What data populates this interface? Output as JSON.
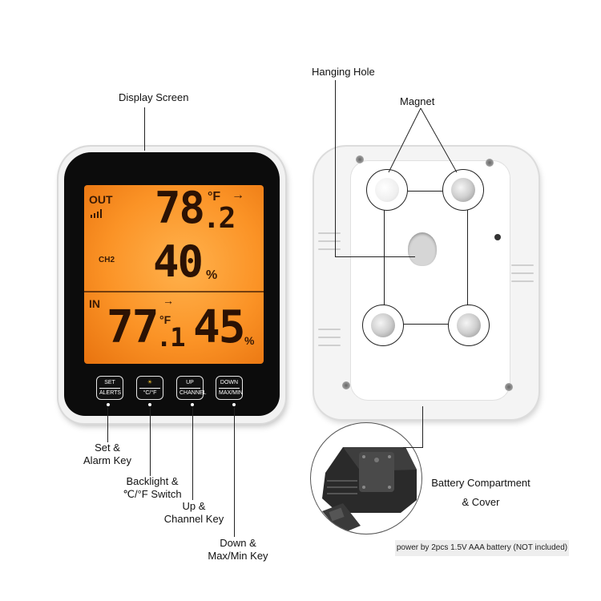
{
  "labels": {
    "display_screen": "Display Screen",
    "hanging_hole": "Hanging Hole",
    "magnet": "Magnet",
    "set_alarm_line1": "Set &",
    "set_alarm_line2": "Alarm Key",
    "backlight_line1": "Backlight &",
    "backlight_line2": "℃/°F Switch",
    "up_line1": "Up &",
    "up_line2": "Channel Key",
    "down_line1": "Down &",
    "down_line2": "Max/Min Key",
    "battery_line1": "Battery Compartment",
    "battery_line2": "& Cover",
    "battery_note": "power by 2pcs 1.5V AAA battery (NOT included)"
  },
  "lcd": {
    "out_label": "OUT",
    "ch_label": "CH2",
    "in_label": "IN",
    "out_temp": "78",
    "out_temp_decimal": ".2",
    "out_unit": "°F",
    "out_trend": "→",
    "out_humidity": "40",
    "humidity_unit": "%",
    "in_temp": "77",
    "in_temp_decimal": ".1",
    "in_unit": "°F",
    "in_trend": "→",
    "in_humidity": "45"
  },
  "keys": [
    {
      "top": "SET",
      "bottom": "ALERTS"
    },
    {
      "top": "☀",
      "bottom": "°C/°F"
    },
    {
      "top": "UP",
      "bottom": "CHANNEL"
    },
    {
      "top": "DOWN",
      "bottom": "MAX/MIN"
    }
  ]
}
